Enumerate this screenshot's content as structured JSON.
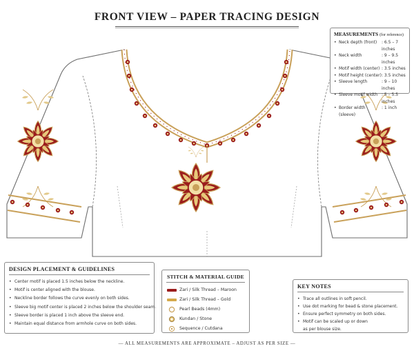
{
  "title": "FRONT VIEW – PAPER TRACING DESIGN",
  "measurements": {
    "heading": "MEASUREMENTS",
    "heading_note": "(for reference)",
    "items": [
      {
        "label": "Neck depth (front)",
        "value": ": 6.5 – 7 inches"
      },
      {
        "label": "Neck width",
        "value": ": 9 – 9.5 inches"
      },
      {
        "label": "Motif width (center)",
        "value": ": 3.5 inches"
      },
      {
        "label": "Motif height (center)",
        "value": ": 3.5 inches"
      },
      {
        "label": "Sleeve length",
        "value": ": 9 – 10 inches"
      },
      {
        "label": "Sleeve motif width",
        "value": ": 5 – 5.5 inches"
      },
      {
        "label": "Border width (sleeve)",
        "value": ": 1 inch"
      }
    ]
  },
  "guidelines": {
    "heading": "DESIGN PLACEMENT & GUIDELINES",
    "items": [
      "Center motif is placed 1.5 inches below the neckline.",
      "Motif is center aligned with the blouse.",
      "Neckline border follows the curve evenly on both sides.",
      "Sleeve big motif center is placed 2 inches below the shoulder seam.",
      "Sleeve border is placed 1 inch above the sleeve end.",
      "Maintain equal distance from armhole curve on both sides."
    ]
  },
  "stitch_guide": {
    "heading": "STITCH & MATERIAL GUIDE",
    "items": [
      {
        "label": "Zari / Silk Thread – Maroon",
        "icon": "maroon-thread-icon",
        "color": "#9b1c1c"
      },
      {
        "label": "Zari / Silk Thread – Gold",
        "icon": "gold-thread-icon",
        "color": "#d4a94a"
      },
      {
        "label": "Pearl Beads (4mm)",
        "icon": "pearl-bead-icon",
        "color": "#c9a15a"
      },
      {
        "label": "Kundan / Stone",
        "icon": "kundan-stone-icon",
        "color": "#c9a15a"
      },
      {
        "label": "Sequence / Cutdana",
        "icon": "sequence-icon",
        "color": "#c9a15a"
      }
    ]
  },
  "key_notes": {
    "heading": "KEY NOTES",
    "items": [
      "Trace all outlines in soft pencil.",
      "Use dot marking for bead & stone placement.",
      "Ensure perfect symmetry on both sides.",
      "Motif can be scaled up or down"
    ],
    "continuation": "as per blouse size."
  },
  "footer": "— ALL MEASUREMENTS ARE APPROXIMATE – ADJUST AS PER SIZE —",
  "colors": {
    "maroon": "#9b1c1c",
    "gold": "#c9a15a",
    "outline": "#6b6b6b"
  }
}
